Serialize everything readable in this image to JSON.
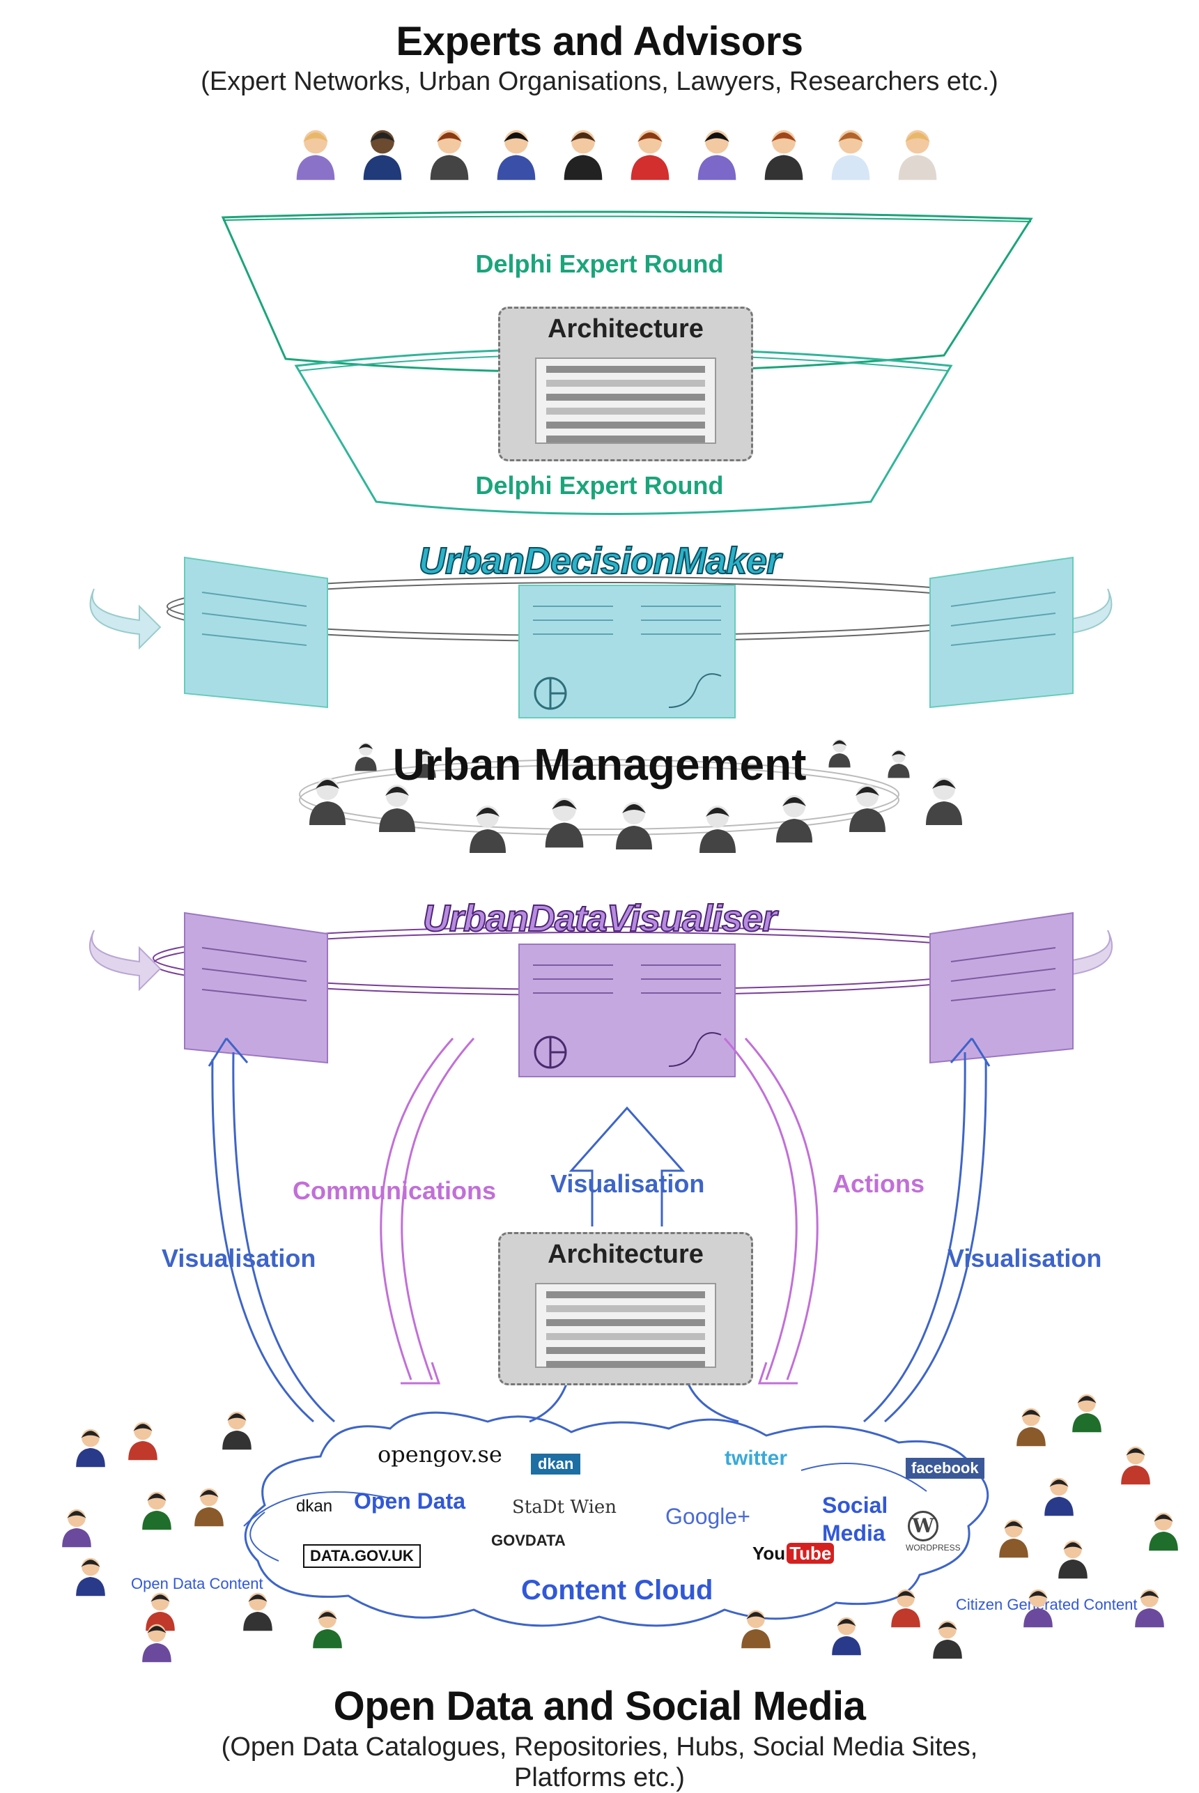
{
  "top": {
    "title": "Experts and Advisors",
    "subtitle": "(Expert Networks, Urban Organisations, Lawyers, Researchers etc.)"
  },
  "delphi": {
    "round_top": "Delphi Expert Round",
    "round_bottom": "Delphi Expert Round"
  },
  "architecture_top": {
    "title": "Architecture"
  },
  "decision_maker": {
    "title": "UrbanDecisionMaker"
  },
  "management": {
    "title": "Urban Management"
  },
  "visualiser": {
    "title": "UrbanDataVisualiser"
  },
  "flows": {
    "communications": "Communications",
    "visualisation_center": "Visualisation",
    "actions": "Actions",
    "visualisation_left": "Visualisation",
    "visualisation_right": "Visualisation"
  },
  "architecture_bottom": {
    "title": "Architecture"
  },
  "cloud": {
    "open_data": "Open Data",
    "social_media": "Social Media",
    "content_cloud": "Content Cloud",
    "open_data_content": "Open  Data  Content",
    "citizen_content": "Citizen  Generated  Content",
    "logos": {
      "opengov": "opengov.se",
      "dkan_1": "dkan",
      "dkan_2": "dkan",
      "stadt_wien": "StaDt Wien",
      "govdata": "GOVDATA",
      "datagovuk": "DATA.GOV.UK",
      "twitter": "twitter",
      "facebook": "facebook",
      "google": "Google+",
      "youtube_you": "You",
      "youtube_tube": "Tube",
      "wordpress": "WORDPRESS"
    }
  },
  "bottom": {
    "title": "Open Data and Social Media",
    "subtitle_line1": "(Open  Data  Catalogues,  Repositories,  Hubs,  Social Media Sites,",
    "subtitle_line2": "Platforms etc.)"
  },
  "colors": {
    "delphi_green": "#1aa57a",
    "decision_blue": "#2bb3c8",
    "visualiser_purple": "#b78ce0",
    "flow_blue": "#3d64c9",
    "flow_purple": "#c16fd8"
  }
}
